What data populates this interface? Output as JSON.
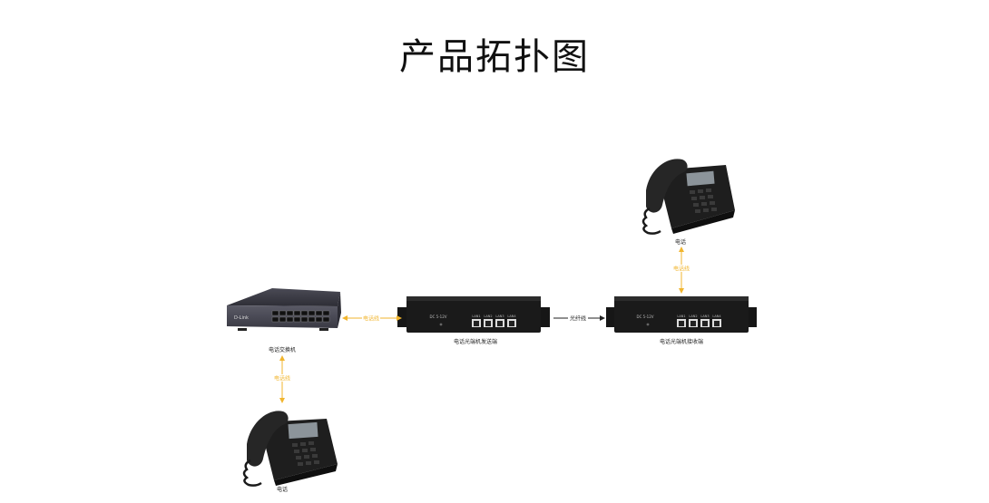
{
  "title": "产品拓扑图",
  "colors": {
    "yellow_link": "#f1b52e",
    "dark_link": "#222222",
    "device_body": "#1a1a1a"
  },
  "nodes": {
    "switch": {
      "label": "电话交换机",
      "brand": "D-Link"
    },
    "phone_bottom": {
      "label": "电话"
    },
    "transmitter": {
      "label": "电话光端机发送端",
      "port_text": "DC 5-12V",
      "ports": [
        "LAN1",
        "LAN2",
        "LAN3",
        "LAN4"
      ]
    },
    "receiver": {
      "label": "电话光端机接收端",
      "port_text": "DC 5-12V",
      "ports": [
        "LAN1",
        "LAN2",
        "LAN3",
        "LAN4"
      ]
    },
    "phone_top": {
      "label": "电话"
    }
  },
  "links": {
    "switch_to_transmitter": "电话线",
    "switch_to_phone": "电话线",
    "transmitter_to_receiver": "光纤线",
    "receiver_to_phone": "电话线"
  }
}
